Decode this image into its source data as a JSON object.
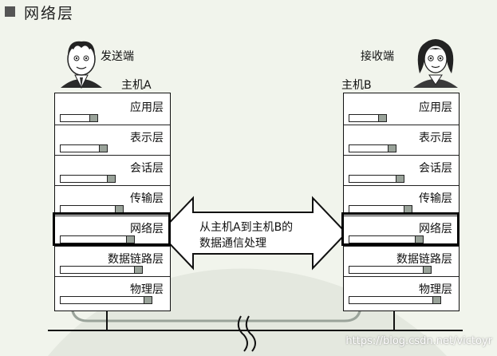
{
  "page": {
    "heading": "网络层"
  },
  "sender": {
    "role": "发送端",
    "host": "主机A"
  },
  "receiver": {
    "role": "接收端",
    "host": "主机B"
  },
  "layers": [
    "应用层",
    "表示层",
    "会话层",
    "传输层",
    "网络层",
    "数据链路层",
    "物理层"
  ],
  "callout": {
    "line1": "从主机A到主机B的",
    "line2": "数据通信处理"
  },
  "watermark": "https://blog.csdn.net/victoyr",
  "colors": {
    "background": "#f1f4ec",
    "arrow_fill": "#ffffff",
    "flow_arrow": "#9aa39a",
    "highlight": "#000000"
  }
}
